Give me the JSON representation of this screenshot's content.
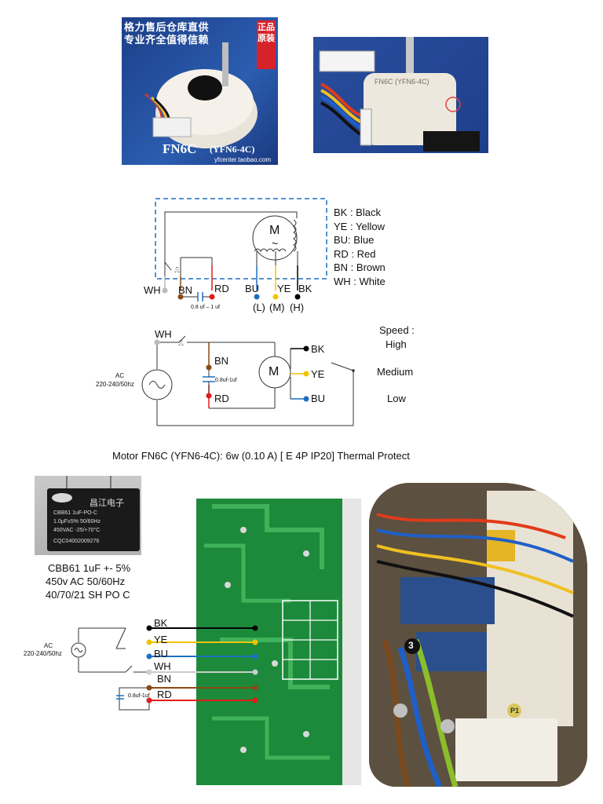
{
  "product_photo_1": {
    "banner_line_1": "格力售后仓库直供",
    "banner_line_2": "专业齐全值得信赖",
    "stamp": "正品原装",
    "model": "FN6C",
    "model_alt": "(YFN6-4C)",
    "store": "yfcenter.taobao.com"
  },
  "product_photo_2": {
    "label": "FN6C (YFN6-4C)"
  },
  "legend": [
    {
      "code": "BK",
      "text": "BK : Black",
      "color": "#000000"
    },
    {
      "code": "YE",
      "text": "YE : Yellow",
      "color": "#f2c400"
    },
    {
      "code": "BU",
      "text": "BU: Blue",
      "color": "#1f6fc0"
    },
    {
      "code": "RD",
      "text": "RD : Red",
      "color": "#e21b1b"
    },
    {
      "code": "BN",
      "text": "BN : Brown",
      "color": "#8a4a14"
    },
    {
      "code": "WH",
      "text": "WH : White",
      "color": "#bbbbbb"
    }
  ],
  "diagram1": {
    "motor": "M",
    "motor_symbol": "~",
    "labels": {
      "wh": "WH",
      "bn": "BN",
      "rd": "RD",
      "bu": "BU",
      "ye": "YE",
      "bk": "BK"
    },
    "cap": "0.8 uf – 1 uf",
    "speeds": {
      "low": "(L)",
      "medium": "(M)",
      "high": "(H)"
    }
  },
  "diagram2": {
    "ac_line1": "AC",
    "ac_line2": "220-240/50hz",
    "motor": "M",
    "labels": {
      "wh": "WH",
      "bn": "BN",
      "rd": "RD",
      "bk": "BK",
      "ye": "YE",
      "bu": "BU"
    },
    "cap": "0.8uf-1uf",
    "speed_title": "Speed :",
    "speed_high": "High",
    "speed_medium": "Medium",
    "speed_low": "Low"
  },
  "motor_title": "Motor FN6C (YFN6-4C): 6w (0.10 A) [ E 4P IP20] Thermal Protect",
  "capacitor_photo": {
    "brand": "昌江电子",
    "line1": "CBB61 1uF-PO-C",
    "line2": "1.0μF±5%  50/60Hz",
    "line3": "450VAC  -25/+70°C",
    "line4": "CQC04002009276"
  },
  "capacitor_spec": {
    "line1": "CBB61 1uF +- 5%",
    "line2": "450v AC 50/60Hz",
    "line3": "40/70/21 SH PO C"
  },
  "diagram3": {
    "ac_line1": "AC",
    "ac_line2": "220-240/50hz",
    "labels": {
      "bk": "BK",
      "ye": "YE",
      "bu": "BU",
      "wh": "WH",
      "bn": "BN",
      "rd": "RD"
    },
    "cap": "0.8uf-1uf"
  },
  "board_photo": {
    "plug_number": "3",
    "sticker": "P1"
  }
}
